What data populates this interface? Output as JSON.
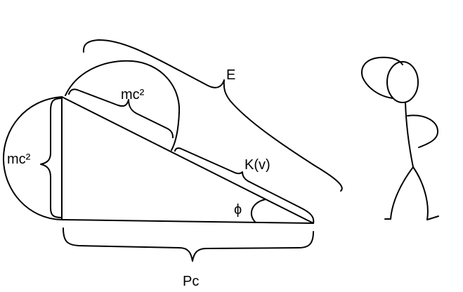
{
  "labels": {
    "energy": "E",
    "rest_energy_hyp": "mc²",
    "rest_energy_leg": "mc²",
    "kinetic": "K(v)",
    "momentum": "Pc",
    "angle": "ϕ"
  },
  "colors": {
    "ink": "#000000",
    "background": "#ffffff"
  }
}
